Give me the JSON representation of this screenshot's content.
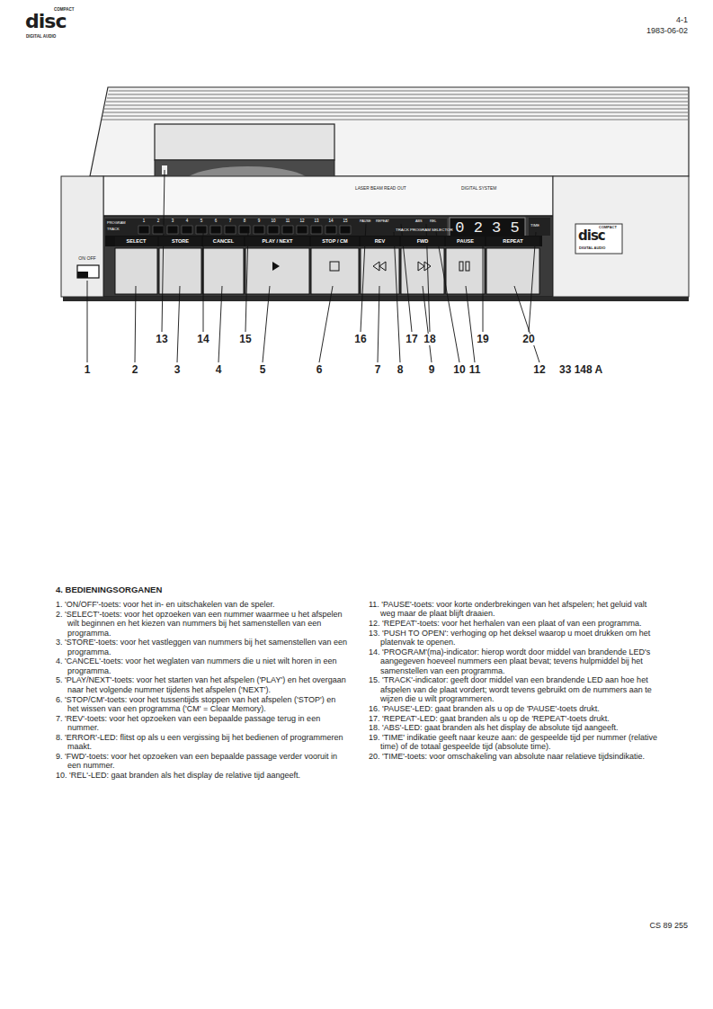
{
  "diagram": {
    "nodes": [
      {
        "text": [
          "SELECT"
        ]
      },
      {
        "text": [
          "STORE"
        ]
      },
      {
        "text": [
          "CANCEL"
        ]
      },
      {
        "text": [
          "PLAY / NEXT"
        ]
      },
      {
        "text": [
          "STOP / CM"
        ]
      },
      {
        "text": [
          "REV"
        ]
      },
      {
        "text": [
          "FWD"
        ]
      },
      {
        "text": [
          "PAUSE"
        ]
      },
      {
        "text": [
          "REPEAT"
        ]
      }
    ],
    "labels": [
      "COMPACT",
      "disc",
      "DIGITAL AUDIO",
      "4-1",
      "1983-06-02",
      "LASER BEAM READ OUT",
      "DIGITAL SYSTEM",
      "ON OFF",
      "PROGRAM",
      "TRACK",
      "1",
      "2",
      "3",
      "4",
      "5",
      "6",
      "7",
      "8",
      "9",
      "10",
      "11",
      "12",
      "13",
      "14",
      "15",
      "PAUSE",
      "REPEAT",
      "ABS",
      "REL",
      "TRACK PROGRAM SELECTOR",
      "0 2 3 5",
      "TIME",
      "COMPACT",
      "disc",
      "DIGITAL AUDIO",
      "13",
      "14",
      "15",
      "16",
      "17",
      "18",
      "19",
      "20",
      "1",
      "2",
      "3",
      "4",
      "5",
      "6",
      "7",
      "8",
      "9",
      "10",
      "11",
      "12",
      "33 148 A",
      "4. BEDIENINGSORGANEN",
      "1. 'ON/OFF'-toets: voor het in- en uitschakelen van de speler.",
      "2. 'SELECT'-toets: voor het opzoeken van een nummer waarmee u het afspelen wilt beginnen en het kiezen van nummers bij het samenstellen van een programma.",
      "3. 'STORE'-toets: voor het vastleggen van nummers bij het samenstellen van een programma.",
      "4. 'CANCEL'-toets: voor het weglaten van nummers die u niet wilt horen in een programma.",
      "5. 'PLAY/NEXT'-toets: voor het starten van het afspelen ('PLAY') en het overgaan naar het volgende nummer tijdens het afspelen ('NEXT').",
      "6. 'STOP/CM'-toets: voor het tussentijds stoppen van het afspelen ('STOP') en het wissen van een programma ('CM' = Clear Memory).",
      "7. 'REV'-toets: voor het opzoeken van een bepaalde passage terug in een nummer.",
      "8. 'ERROR'-LED: flitst op als u een vergissing bij het bedienen of programmeren maakt.",
      "9. 'FWD'-toets: voor het opzoeken van een bepaalde passage verder vooruit in een nummer.",
      "10. 'REL'-LED: gaat branden als het display de relative tijd aangeeft.",
      "11. 'PAUSE'-toets: voor korte onderbrekingen van het afspelen; het geluid valt weg maar de plaat blijft draaien.",
      "12. 'REPEAT'-toets: voor het herhalen van een plaat of van een programma.",
      "13. 'PUSH TO OPEN': verhoging op het deksel waarop u moet drukken om het platenvak te openen.",
      "14. 'PROGRAM'(ma)-indicator: hierop wordt door middel van brandende LED's aangegeven hoeveel nummers een plaat bevat; tevens hulpmiddel bij het samenstellen van een programma.",
      "15. 'TRACK'-indicator: geeft door middel van een brandende LED aan hoe het afspelen van de plaat vordert; wordt tevens gebruikt om de nummers aan te wijzen die u wilt programmeren.",
      "16. 'PAUSE'-LED: gaat branden als u op de 'PAUSE'-toets drukt.",
      "17. 'REPEAT'-LED: gaat branden als u op de 'REPEAT'-toets drukt.",
      "18. 'ABS'-LED: gaat branden als het display de absolute tijd aangeeft.",
      "19. 'TIME' indikatie geeft naar keuze aan: de gespeelde tijd per nummer (relative time) of de totaal gespeelde tijd (absolute time).",
      "20. 'TIME'-toets: voor omschakeling van absolute naar relatieve tijdsindikatie.",
      "CS 89 255"
    ]
  }
}
